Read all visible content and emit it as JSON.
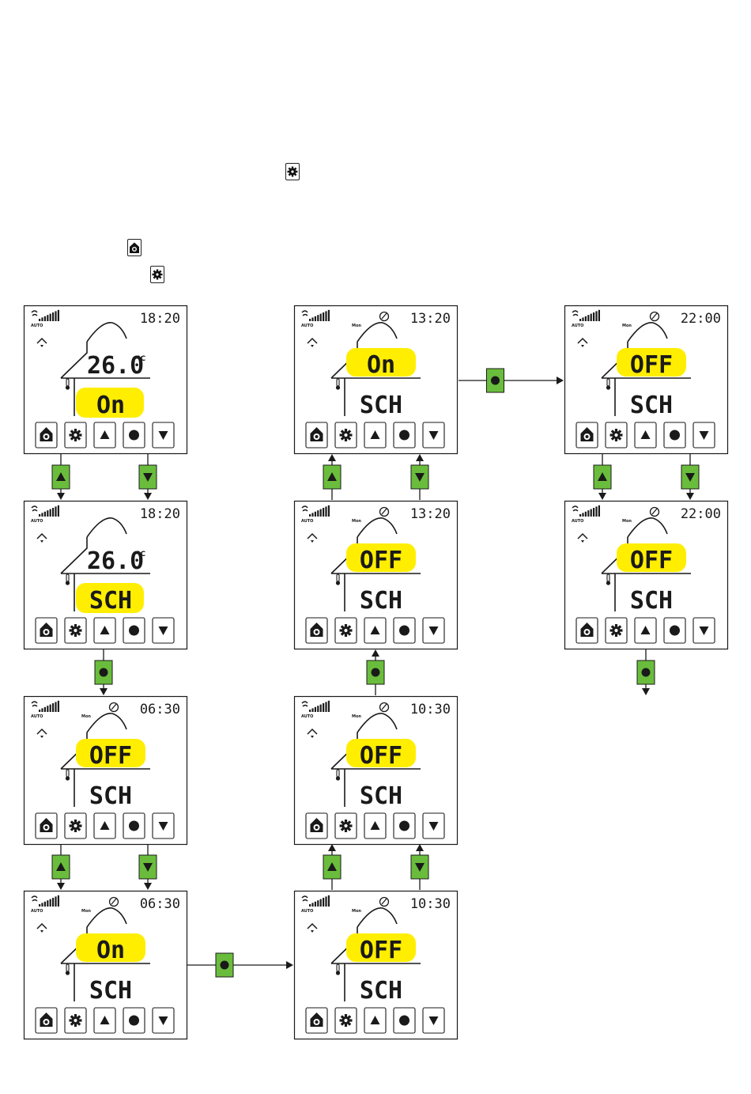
{
  "screens": [
    {
      "id": "s1",
      "time": "18:20",
      "top": "26.0",
      "unit": "°C",
      "bottom": "On",
      "highlight": "bottom",
      "mode_icon": false,
      "mode_label": ""
    },
    {
      "id": "s2",
      "time": "18:20",
      "top": "26.0",
      "unit": "°C",
      "bottom": "SCH",
      "highlight": "bottom",
      "mode_icon": false,
      "mode_label": ""
    },
    {
      "id": "s3",
      "time": "06:30",
      "top": "OFF",
      "unit": "",
      "bottom": "SCH",
      "highlight": "top",
      "mode_icon": true,
      "mode_label": "Mon"
    },
    {
      "id": "s4",
      "time": "06:30",
      "top": "On",
      "unit": "",
      "bottom": "SCH",
      "highlight": "top",
      "mode_icon": true,
      "mode_label": "Mon"
    },
    {
      "id": "s5",
      "time": "13:20",
      "top": "On",
      "unit": "",
      "bottom": "SCH",
      "highlight": "top",
      "mode_icon": true,
      "mode_label": "Mon"
    },
    {
      "id": "s6",
      "time": "13:20",
      "top": "OFF",
      "unit": "",
      "bottom": "SCH",
      "highlight": "top",
      "mode_icon": true,
      "mode_label": "Mon"
    },
    {
      "id": "s7",
      "time": "10:30",
      "top": "OFF",
      "unit": "",
      "bottom": "SCH",
      "highlight": "top",
      "mode_icon": true,
      "mode_label": "Mon"
    },
    {
      "id": "s8",
      "time": "10:30",
      "top": "OFF",
      "unit": "",
      "bottom": "SCH",
      "highlight": "top",
      "mode_icon": true,
      "mode_label": "Mon"
    },
    {
      "id": "s9",
      "time": "22:00",
      "top": "OFF",
      "unit": "",
      "bottom": "SCH",
      "highlight": "top",
      "mode_icon": true,
      "mode_label": "Mon"
    },
    {
      "id": "s10",
      "time": "22:00",
      "top": "OFF",
      "unit": "",
      "bottom": "SCH",
      "highlight": "top",
      "mode_icon": true,
      "mode_label": "Mon"
    }
  ],
  "fan_label": "AUTO",
  "colors": {
    "highlight": "#ffee00",
    "button_green": "#6abd3c",
    "ink": "#1a1a1a"
  },
  "key_icons": [
    "home-icon",
    "gear-icon",
    "up-icon",
    "dot-icon",
    "down-icon"
  ]
}
